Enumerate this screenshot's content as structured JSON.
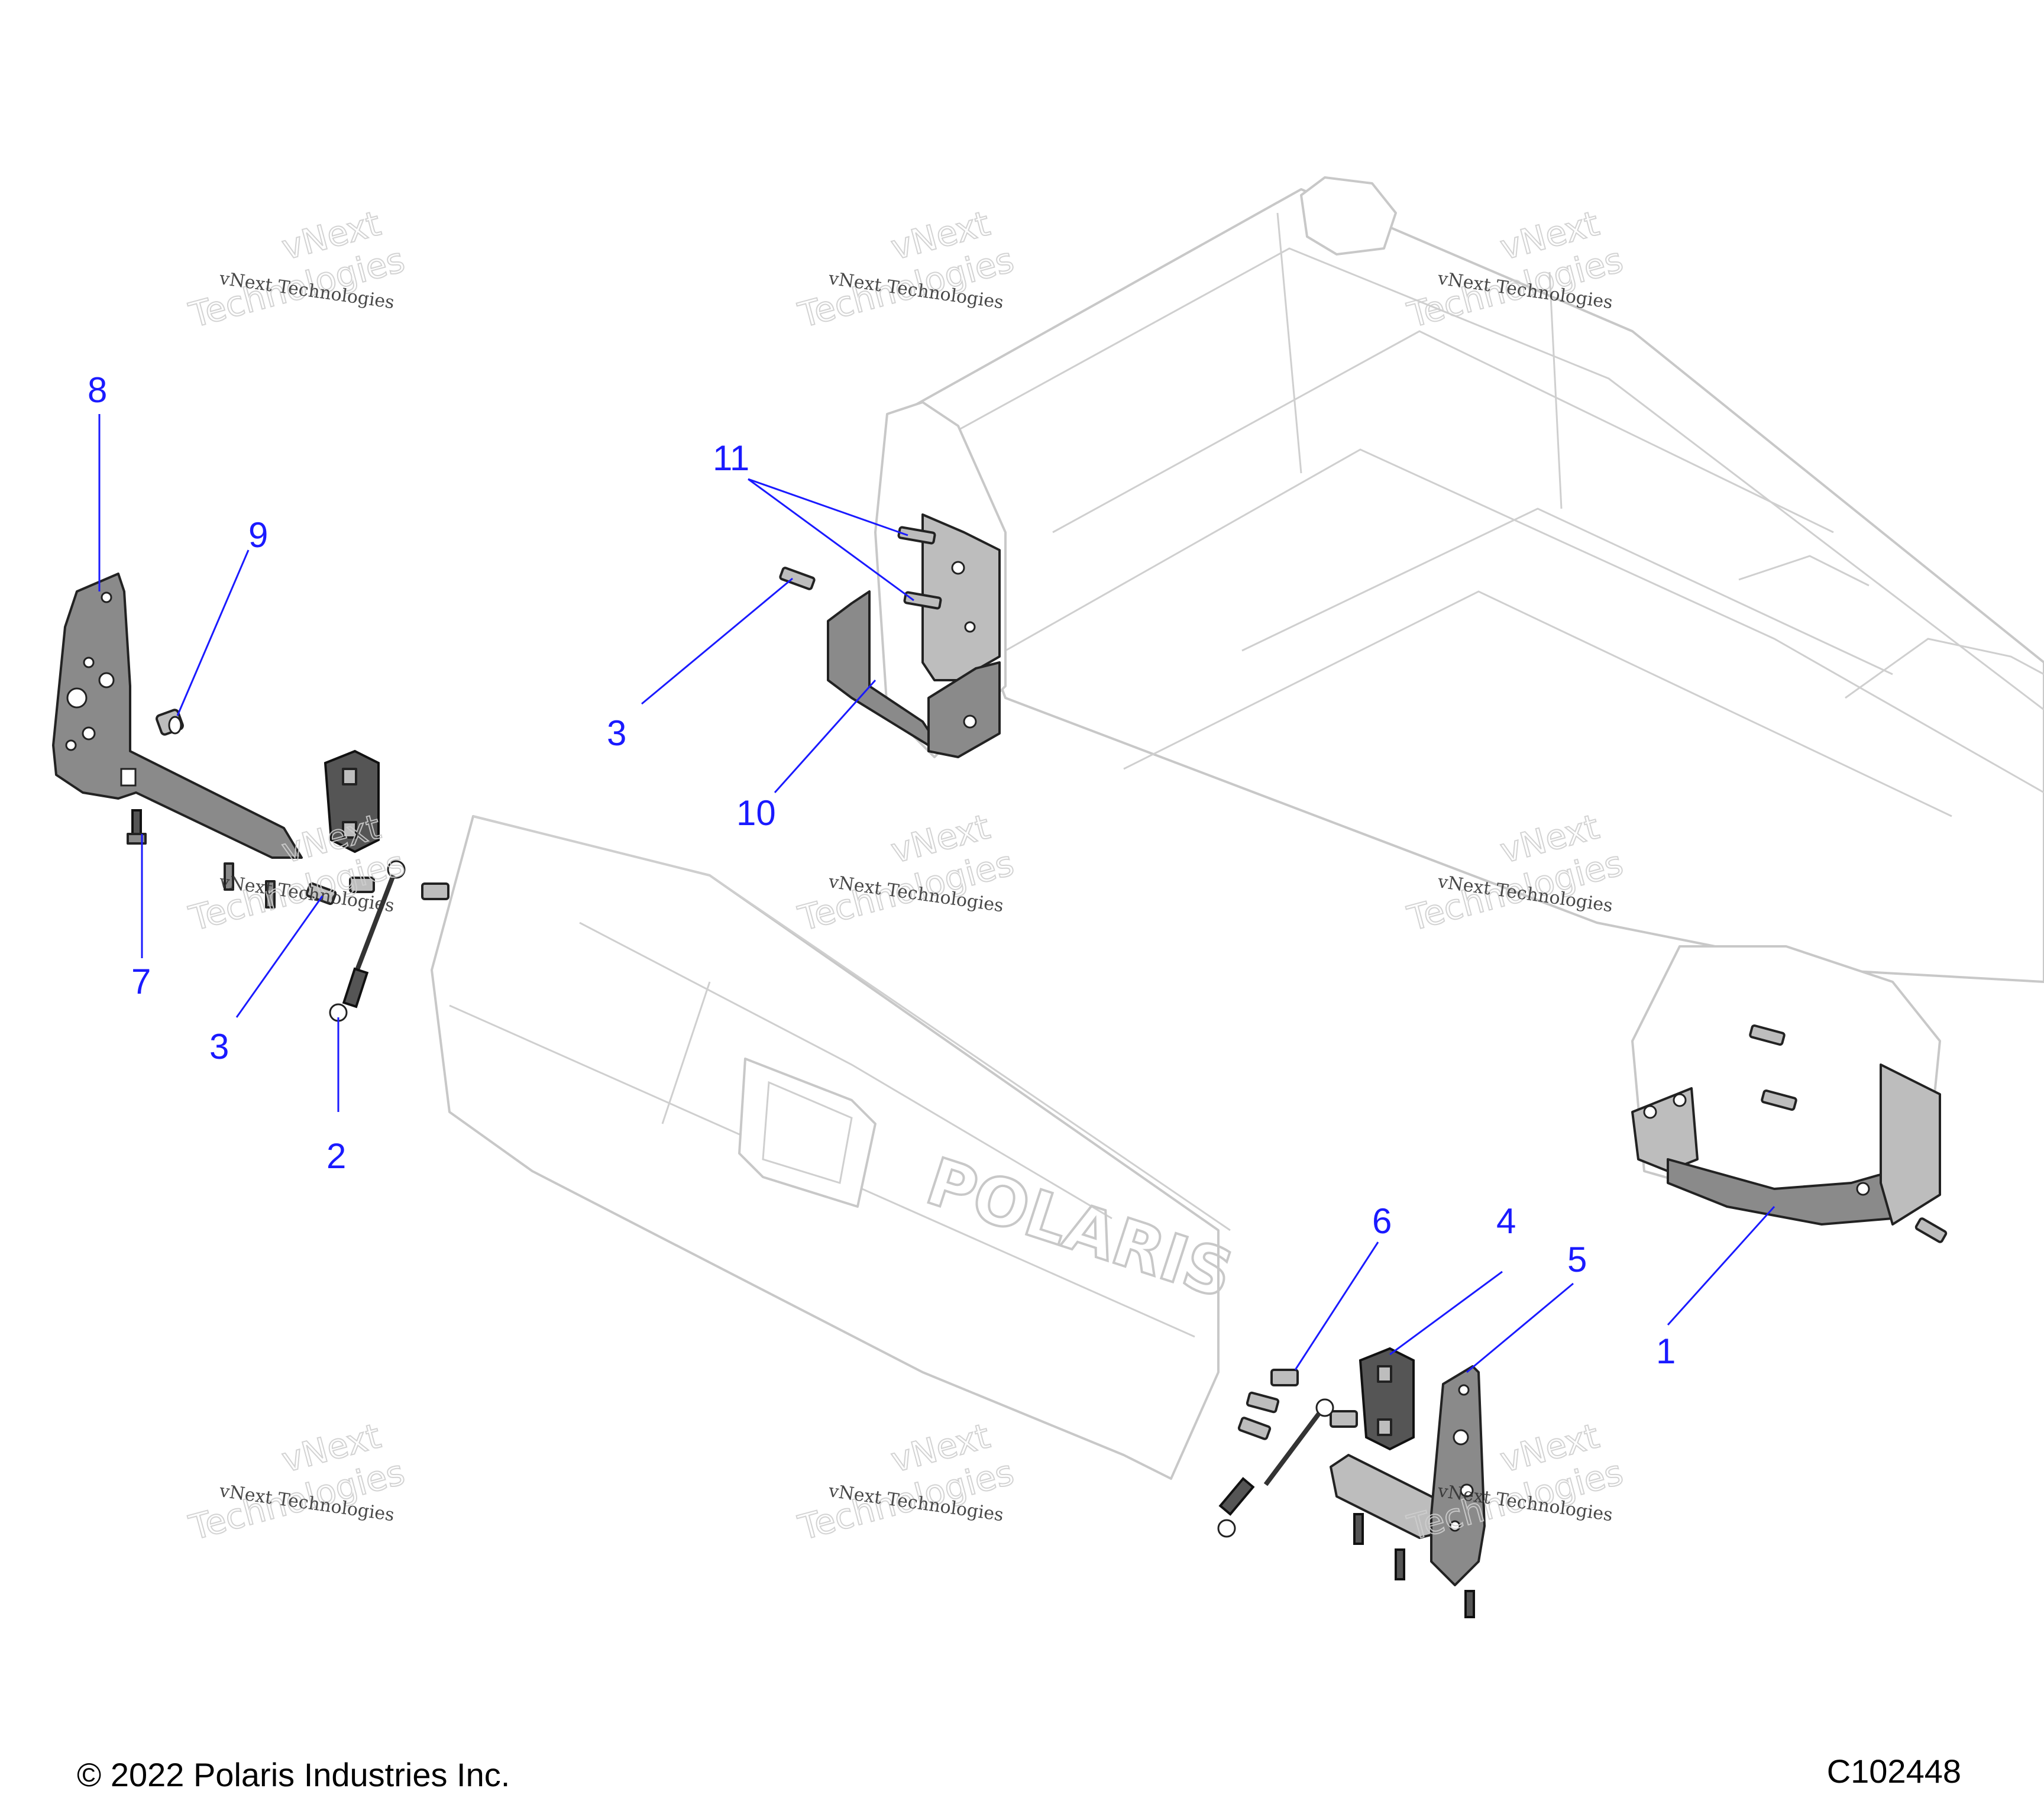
{
  "callouts": {
    "c1": "1",
    "c2": "2",
    "c3a": "3",
    "c3b": "3",
    "c4": "4",
    "c5": "5",
    "c6": "6",
    "c7": "7",
    "c8": "8",
    "c9": "9",
    "c10": "10",
    "c11": "11"
  },
  "tailgate_logo": "POLARIS",
  "watermark": {
    "line1": "vNext Technologies",
    "line2a": "vNext",
    "line2b": "Technologies"
  },
  "footer": {
    "copyright": "© 2022 Polaris Industries Inc.",
    "figure_id": "C102448"
  },
  "colors": {
    "callout": "#1a1aff",
    "ghost": "#c8c8c8",
    "part": "#8a8a8a"
  }
}
